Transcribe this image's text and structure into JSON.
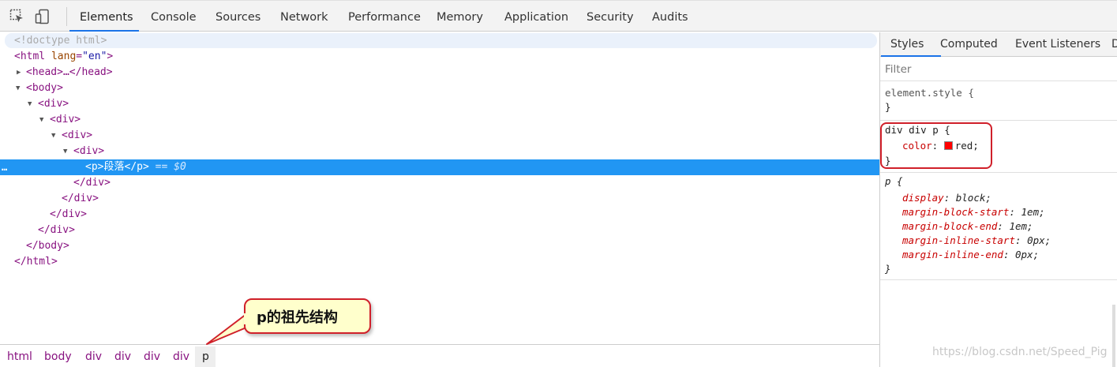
{
  "toolbar": {
    "icons": [
      "inspect-element-icon",
      "device-toolbar-icon"
    ],
    "tabs": [
      {
        "label": "Elements"
      },
      {
        "label": "Console"
      },
      {
        "label": "Sources"
      },
      {
        "label": "Network"
      },
      {
        "label": "Performance"
      },
      {
        "label": "Memory"
      },
      {
        "label": "Application"
      },
      {
        "label": "Security"
      },
      {
        "label": "Audits"
      }
    ],
    "active_tab": "Elements",
    "accent_color": "#1a73e8"
  },
  "dom": {
    "doctype": "<!doctype html>",
    "html_open": "<html",
    "lang_attr": "lang",
    "lang_val": "\"en\"",
    "html_close_bracket": ">",
    "head_collapsed": "<head>…</head>",
    "body_open": "<body>",
    "div_open": "<div>",
    "p_open": "<p>",
    "p_text": "段落",
    "p_close": "</p>",
    "selected_marker": "== $0",
    "selected_ellipsis": "…",
    "div_close": "</div>",
    "body_close": "</body>",
    "html_close": "</html>",
    "selection_color": "#2196f3"
  },
  "styles_pane": {
    "tabs": [
      {
        "label": "Styles"
      },
      {
        "label": "Computed"
      },
      {
        "label": "Event Listeners"
      },
      {
        "label": "D"
      }
    ],
    "active_tab": "Styles",
    "filter_placeholder": "Filter",
    "element_style_selector": "element.style {",
    "close_brace": "}",
    "rule1": {
      "selector": "div div p {",
      "property": "color",
      "colon": ":",
      "value": "red;",
      "swatch_color": "#ff0000"
    },
    "rule2": {
      "selector": "p {",
      "declarations": [
        {
          "property": "display",
          "value": "block;"
        },
        {
          "property": "margin-block-start",
          "value": "1em;"
        },
        {
          "property": "margin-block-end",
          "value": "1em;"
        },
        {
          "property": "margin-inline-start",
          "value": "0px;"
        },
        {
          "property": "margin-inline-end",
          "value": "0px;"
        }
      ]
    }
  },
  "breadcrumbs": {
    "items": [
      "html",
      "body",
      "div",
      "div",
      "div",
      "div",
      "p"
    ],
    "active": "p"
  },
  "callout": {
    "text": "p的祖先结构",
    "border_color": "#d0202a",
    "fill_color": "#ffffcc"
  },
  "watermark": "https://blog.csdn.net/Speed_Pig"
}
